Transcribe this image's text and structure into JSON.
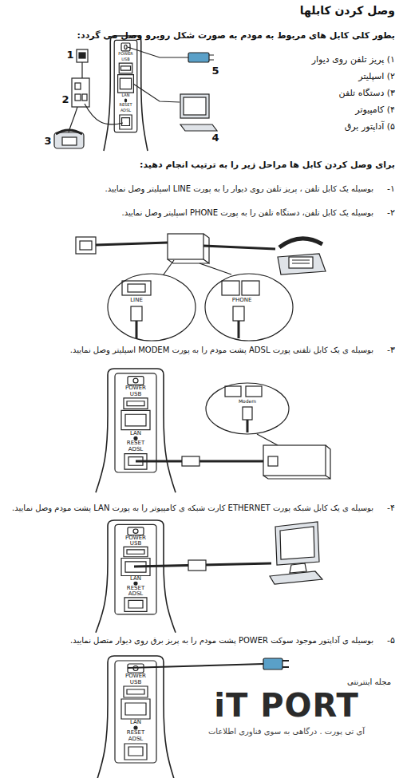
{
  "diagram": {
    "title": "وصل کردن کابلها",
    "labels": [
      "بطور کلی کابل های مربوط به مودم به صورت شکل روبرو وصل می گردد:",
      "۱) پریز تلفن روی دیوار",
      "۲) اسپلیتر",
      "۳) دستگاه تلفن",
      "۴) کامپیوتر",
      "۵) آداپتور برق",
      "1",
      "2",
      "3",
      "4",
      "5",
      "POWER",
      "USB",
      "LAN",
      "RESET",
      "ADSL",
      "برای وصل کردن کابل ها مراحل زیر را به ترتیب انجام دهید:",
      "-۱",
      "بوسیله یک کابل تلفن ، پریز تلفن روی دیوار را به پورت LINE اسپلیتر وصل نمایید.",
      "-۲",
      "بوسیله یک کابل تلفن، دستگاه تلفن را به پورت PHONE اسپلیتر وصل نمایید.",
      "LINE",
      "PHONE",
      "-۳",
      "بوسیله ی یک کابل تلفنی پورت ADSL پشت مودم را به پورت MODEM اسپلیتر وصل نمایید.",
      "POWER",
      "USB",
      "LAN",
      "RESET",
      "ADSL",
      "Modem",
      "-۴",
      "بوسیله ی یک کابل شبکه پورت ETHERNET کارت شبکه ی کامپیوتر را به پورت LAN پشت مودم وصل نمایید.",
      "POWER",
      "USB",
      "LAN",
      "RESET",
      "ADSL",
      "-۵",
      "بوسیله ی آداپتور موجود سوکت POWER پشت مودم را به پریز برق روی دیوار متصل نمایید.",
      "POWER",
      "USB",
      "LAN",
      "RESET",
      "ADSL",
      "مجله اینترنتی",
      "iT PORT",
      "آی تی پورت . درگاهی به سوی فناوری اطلاعات"
    ]
  }
}
